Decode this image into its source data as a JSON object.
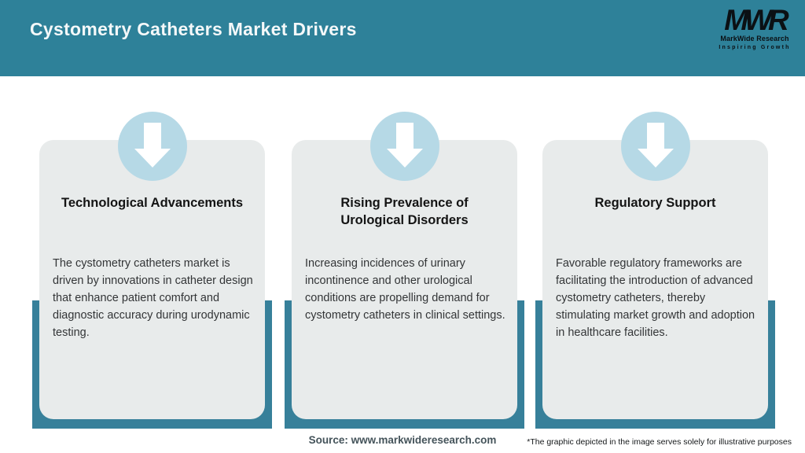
{
  "header": {
    "title": "Cystometry Catheters Market Drivers",
    "logo": {
      "monogram": "MWR",
      "name": "MarkWide Research",
      "tagline": "Inspiring Growth"
    }
  },
  "cards": [
    {
      "icon": "down-arrow",
      "title": "Technological Advancements",
      "body": "The cystometry catheters market is driven by innovations in catheter design that enhance patient comfort and diagnostic accuracy during urodynamic testing."
    },
    {
      "icon": "down-arrow",
      "title": "Rising Prevalence of\nUrological Disorders",
      "body": "Increasing incidences of urinary incontinence and other urological conditions are propelling demand for cystometry catheters in clinical settings."
    },
    {
      "icon": "down-arrow",
      "title": "Regulatory Support",
      "body": "Favorable regulatory frameworks are facilitating the introduction of advanced cystometry catheters, thereby stimulating market growth and adoption in healthcare facilities."
    }
  ],
  "footer": {
    "source": "Source: www.markwideresearch.com",
    "disclaimer": "*The graphic depicted in the image serves solely for illustrative purposes"
  },
  "colors": {
    "header-teal": "#2E8199",
    "frame-teal": "#37809A",
    "card-gray": "#E8EBEB",
    "circle-blue": "#B6D9E6",
    "title-black": "#141414",
    "body-gray": "#333537",
    "source-gray": "#44535A"
  }
}
